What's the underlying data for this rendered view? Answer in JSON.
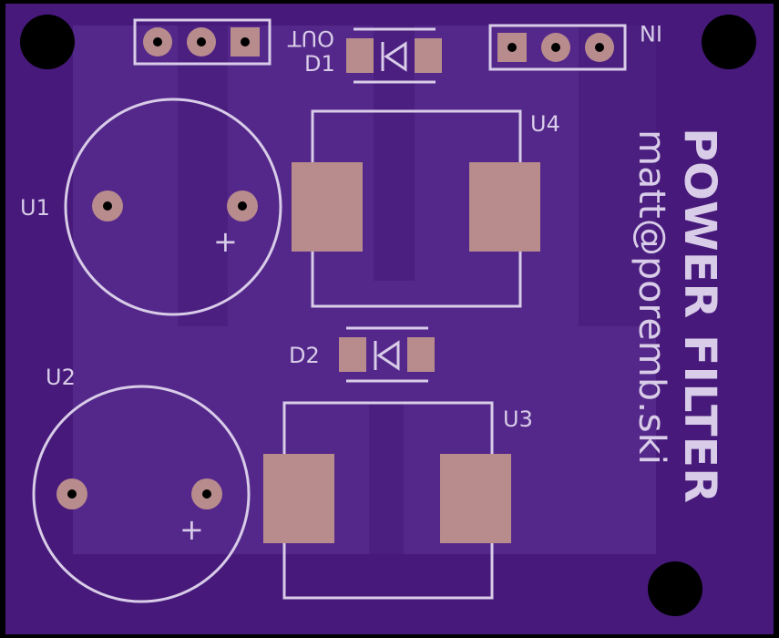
{
  "colors": {
    "board": "#46197a",
    "copper_pour": "#54288a",
    "silk": "#d8cce8",
    "pad": "#b88c8c",
    "hole": "#000000"
  },
  "labels": {
    "out": "OUT",
    "in": "IN",
    "d1": "D1",
    "d2": "D2",
    "u1": "U1",
    "u2": "U2",
    "u3": "U3",
    "u4": "U4",
    "plus_u1": "+",
    "plus_u2": "+",
    "title": "POWER FILTER",
    "email": "matt@poremb.ski"
  }
}
